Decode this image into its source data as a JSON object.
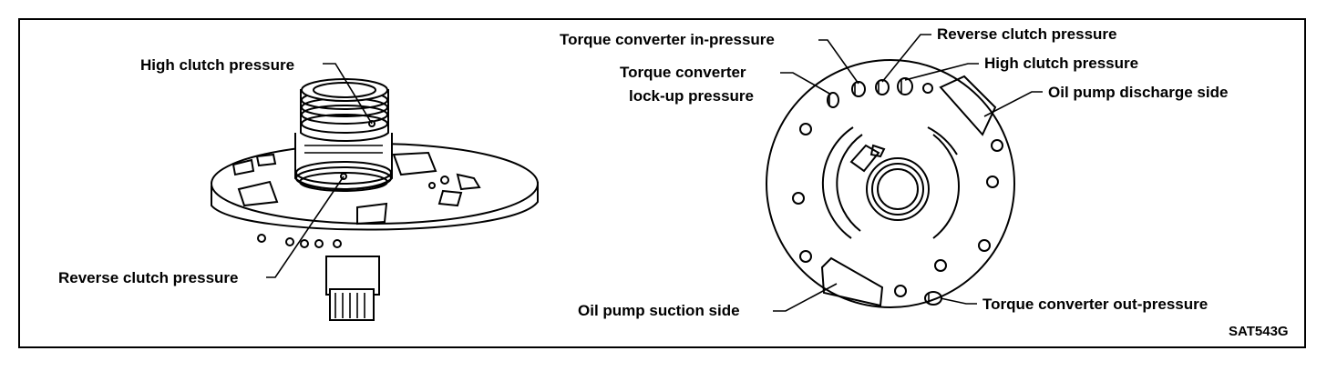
{
  "left_view": {
    "high_clutch_pressure": "High clutch pressure",
    "reverse_clutch_pressure": "Reverse clutch pressure"
  },
  "right_view": {
    "torque_converter_in_pressure": "Torque converter in-pressure",
    "reverse_clutch_pressure": "Reverse clutch pressure",
    "high_clutch_pressure": "High clutch pressure",
    "torque_converter_lockup_line1": "Torque converter",
    "torque_converter_lockup_line2": "lock-up pressure",
    "oil_pump_discharge_side": "Oil pump discharge side",
    "oil_pump_suction_side": "Oil pump suction side",
    "torque_converter_out_pressure": "Torque converter out-pressure"
  },
  "figure_code": "SAT543G"
}
